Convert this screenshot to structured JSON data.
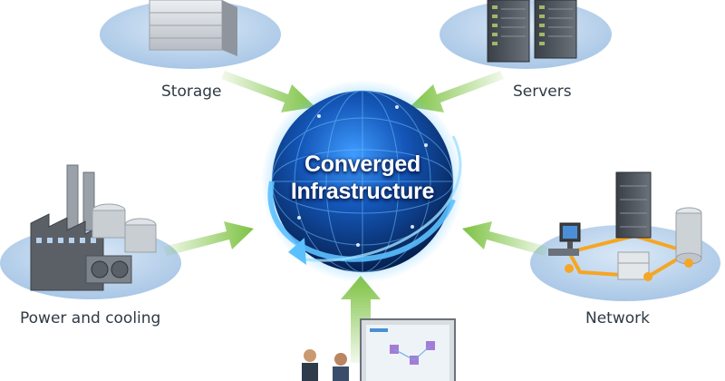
{
  "hub": {
    "line1": "Converged",
    "line2": "Infrastructure"
  },
  "nodes": {
    "storage": {
      "label": "Storage"
    },
    "servers": {
      "label": "Servers"
    },
    "power": {
      "label": "Power and cooling"
    },
    "network": {
      "label": "Network"
    }
  },
  "colors": {
    "arrow_green": "#7dc242",
    "platter_blue": "#b9d3ec",
    "globe_dark": "#0b2d6e",
    "globe_light": "#4aa3ff",
    "label_text": "#2f3a44"
  }
}
